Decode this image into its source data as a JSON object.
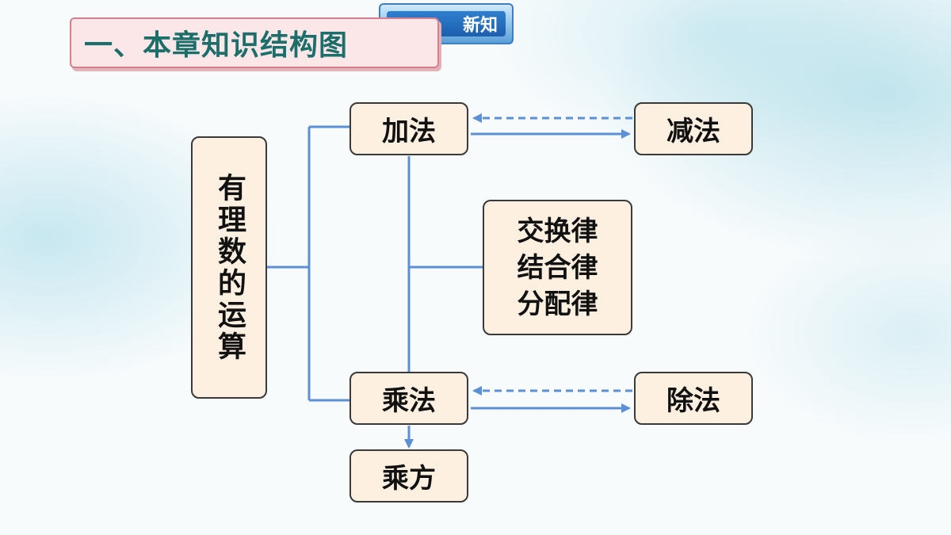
{
  "header": {
    "badge_label": "新知",
    "title": "一、本章知识结构图"
  },
  "diagram": {
    "root": "有理数的运算",
    "addition": "加法",
    "subtraction": "减法",
    "laws": [
      "交换律",
      "结合律",
      "分配律"
    ],
    "multiplication": "乘法",
    "division": "除法",
    "power": "乘方"
  },
  "colors": {
    "connector": "#5b8fd6",
    "node_fill": "#fdf0e0",
    "title_text": "#1c6e6a",
    "title_fill": "#fbe6e8"
  }
}
